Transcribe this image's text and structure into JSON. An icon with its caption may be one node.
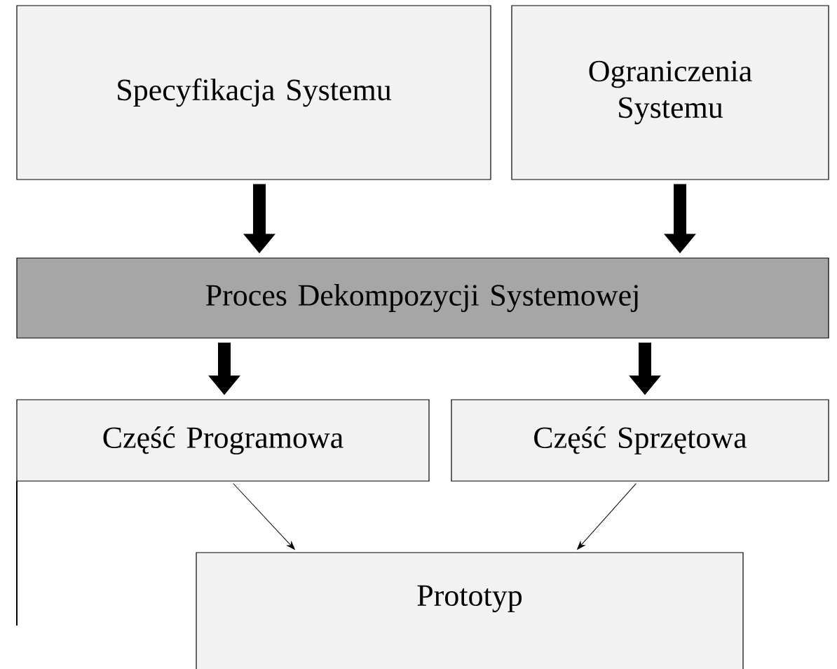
{
  "diagram": {
    "nodes": [
      {
        "text": [
          "Specyfikacja Systemu"
        ]
      },
      {
        "text": [
          "Ograniczenia Systemu"
        ]
      },
      {
        "text": [
          "Proces Dekompozycji Systemowej"
        ]
      },
      {
        "text": [
          "Część Programowa"
        ]
      },
      {
        "text": [
          "Część Sprzętowa"
        ]
      },
      {
        "text": [
          "Prototyp"
        ]
      }
    ],
    "edges": [
      {
        "from": 0,
        "to": 2,
        "arrow": "to"
      },
      {
        "from": 1,
        "to": 2,
        "arrow": "to"
      },
      {
        "from": 2,
        "to": 3,
        "arrow": "to"
      },
      {
        "from": 2,
        "to": 4,
        "arrow": "to"
      },
      {
        "from": 3,
        "to": 5,
        "arrow": "to"
      },
      {
        "from": 4,
        "to": 5,
        "arrow": "to"
      }
    ]
  }
}
